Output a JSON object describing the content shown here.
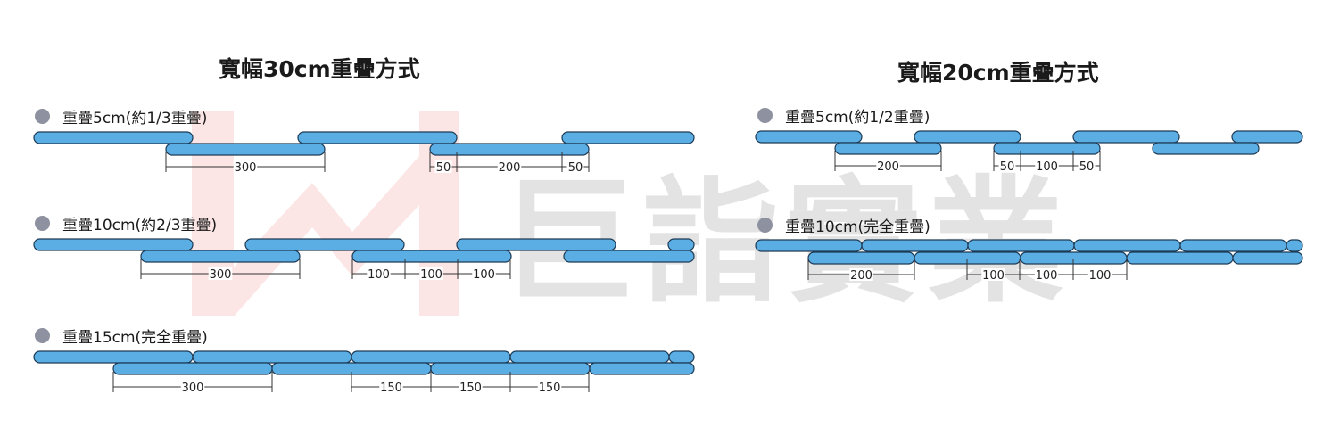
{
  "titles": {
    "left": "寬幅30cm重疊方式",
    "right": "寬幅20cm重疊方式"
  },
  "watermark": {
    "logo": "W-logo",
    "text": "巨詣實業"
  },
  "sections": {
    "l1": {
      "label": "重疊5cm(約1/3重疊)",
      "dims": [
        "300",
        "50",
        "200",
        "50"
      ]
    },
    "l2": {
      "label": "重疊10cm(約2/3重疊)",
      "dims": [
        "300",
        "100",
        "100",
        "100"
      ]
    },
    "l3": {
      "label": "重疊15cm(完全重疊)",
      "dims": [
        "300",
        "150",
        "150",
        "150"
      ]
    },
    "r1": {
      "label": "重疊5cm(約1/2重疊)",
      "dims": [
        "200",
        "50",
        "100",
        "50"
      ]
    },
    "r2": {
      "label": "重疊10cm(完全重疊)",
      "dims": [
        "200",
        "100",
        "100",
        "100"
      ]
    }
  },
  "colors": {
    "bar_fill": "#5aaee3",
    "bar_stroke": "#1d3a55",
    "dot": "#8e919f",
    "watermark_red": "#e53935",
    "watermark_gray": "#c8c8c8"
  }
}
